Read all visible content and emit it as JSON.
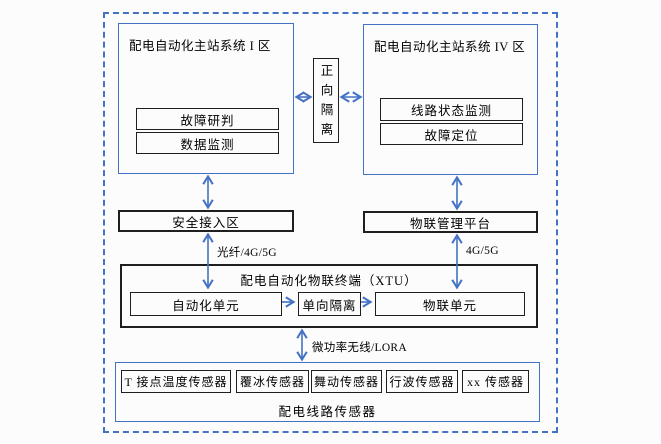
{
  "colors": {
    "accent_blue": "#4472C4",
    "box_border": "#1f1f1f",
    "text": "#000000"
  },
  "zone1": {
    "title": "配电自动化主站系统 I 区",
    "items": [
      "故障研判",
      "数据监测"
    ]
  },
  "zone4": {
    "title": "配电自动化主站系统 IV 区",
    "items": [
      "线路状态监测",
      "故障定位"
    ]
  },
  "forward_isolation": "正向隔离",
  "secure_access": "安全接入区",
  "iot_platform": "物联管理平台",
  "links": {
    "left": "光纤/4G/5G",
    "right": "4G/5G",
    "bottom": "微功率无线/LORA"
  },
  "xtu": {
    "title": "配电自动化物联终端（XTU）",
    "automation_unit": "自动化单元",
    "one_way_isolation": "单向隔离",
    "iot_unit": "物联单元"
  },
  "sensors": {
    "title": "配电线路传感器",
    "items": [
      "T 接点温度传感器",
      "覆冰传感器",
      "舞动传感器",
      "行波传感器",
      "xx 传感器"
    ]
  }
}
